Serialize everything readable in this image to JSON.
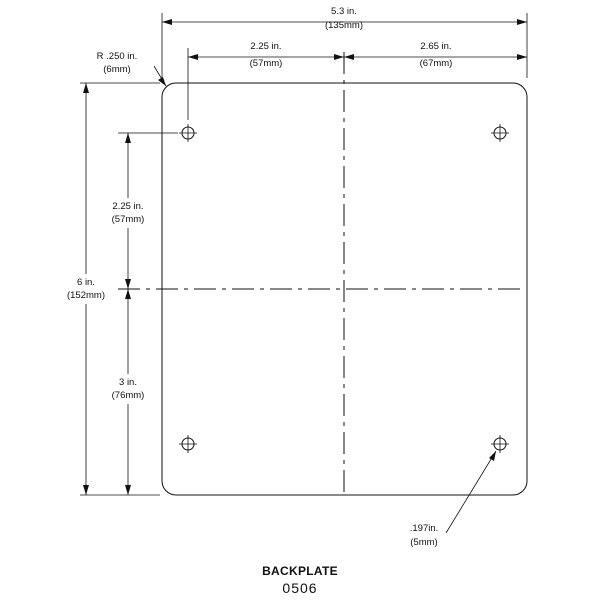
{
  "dimensions": {
    "overall_width": {
      "imperial": "5.3 in.",
      "metric": "(135mm)"
    },
    "left_hole_offset": {
      "imperial": "2.25 in.",
      "metric": "(57mm)"
    },
    "right_hole_offset": {
      "imperial": "2.65 in.",
      "metric": "(67mm)"
    },
    "corner_radius": {
      "imperial": "R .250 in.",
      "metric": "(6mm)"
    },
    "overall_height": {
      "imperial": "6 in.",
      "metric": "(152mm)"
    },
    "upper_hole_offset": {
      "imperial": "2.25 in.",
      "metric": "(57mm)"
    },
    "lower_hole_offset": {
      "imperial": "3 in.",
      "metric": "(76mm)"
    },
    "hole_diameter": {
      "imperial": ".197in.",
      "metric": "(5mm)"
    }
  },
  "caption": {
    "title": "BACKPLATE",
    "code": "0506"
  }
}
